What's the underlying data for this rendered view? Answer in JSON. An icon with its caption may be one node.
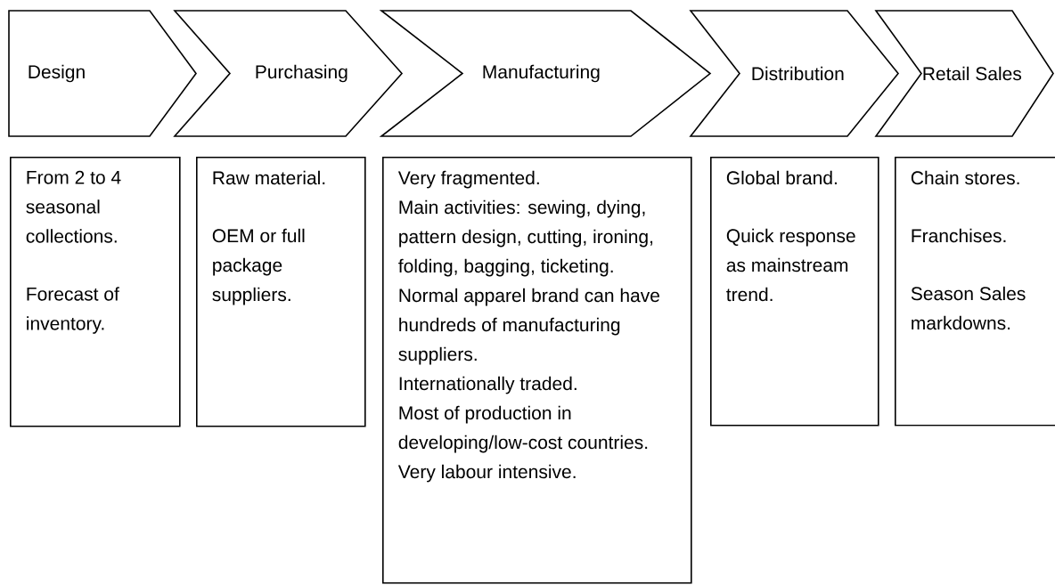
{
  "diagram": {
    "nodes": [
      {
        "text": [
          "Design"
        ]
      },
      {
        "text": [
          "Purchasing"
        ]
      },
      {
        "text": [
          "Manufacturing"
        ]
      },
      {
        "text": [
          "Distribution"
        ]
      },
      {
        "text": [
          "Retail Sales"
        ]
      },
      {
        "text": [
          "From 2 to 4 seasonal collections.",
          "Forecast of inventory."
        ]
      },
      {
        "text": [
          "Raw material.",
          "OEM or full package suppliers."
        ]
      },
      {
        "text": [
          "Very fragmented.",
          "Main activities: sewing, dying, pattern design, cutting, ironing, folding, bagging, ticketing.",
          "Normal apparel brand can have hundreds of manufacturing suppliers.",
          "Internationally traded.",
          "Most of production in developing/low-cost countries.",
          "Very labour intensive."
        ]
      },
      {
        "text": [
          "Global brand.",
          "Quick response as mainstream trend."
        ]
      },
      {
        "text": [
          "Chain stores.",
          "Franchises.",
          "Season Sales markdowns."
        ]
      }
    ]
  }
}
